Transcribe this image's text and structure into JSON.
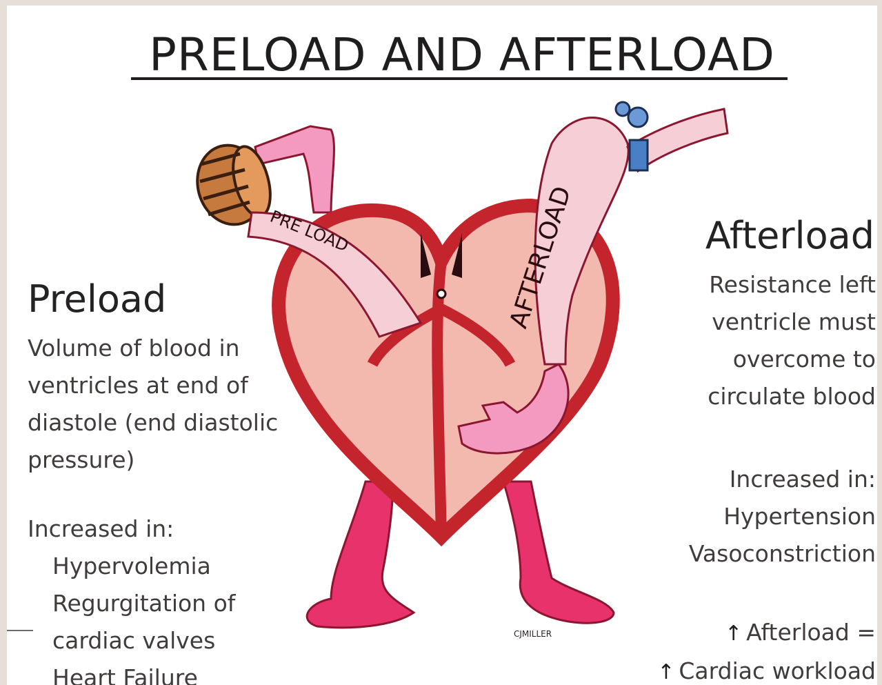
{
  "title": "PRELOAD AND AFTERLOAD",
  "preload": {
    "heading": "Preload",
    "description_lines": [
      "Volume of blood in",
      "ventricles at end of",
      "diastole (end diastolic",
      "pressure)"
    ],
    "increased_label": "Increased in:",
    "increased_items": [
      "Hypervolemia",
      "Regurgitation of",
      "cardiac valves",
      "Heart Failure"
    ]
  },
  "afterload": {
    "heading": "Afterload",
    "description_lines": [
      "Resistance left",
      "ventricle must",
      "overcome to",
      "circulate blood"
    ],
    "increased_label": "Increased in:",
    "increased_items": [
      "Hypertension",
      "Vasoconstriction"
    ],
    "equation_line1": "Afterload =",
    "equation_line2": "Cardiac workload"
  },
  "illustration": {
    "preload_label": "PRE LOAD",
    "afterload_label": "AFTERLOAD",
    "signature": "CJMILLER"
  },
  "colors": {
    "heart_outline": "#c4252c",
    "heart_fill": "#f3b9ae",
    "limbs": "#e8326b",
    "arms": "#f49ac1",
    "tube": "#f6cfd6",
    "bucket": "#c77a3e",
    "valve": "#4a7fc4"
  },
  "icons": {
    "increase_arrow": "arrow-up-icon"
  }
}
